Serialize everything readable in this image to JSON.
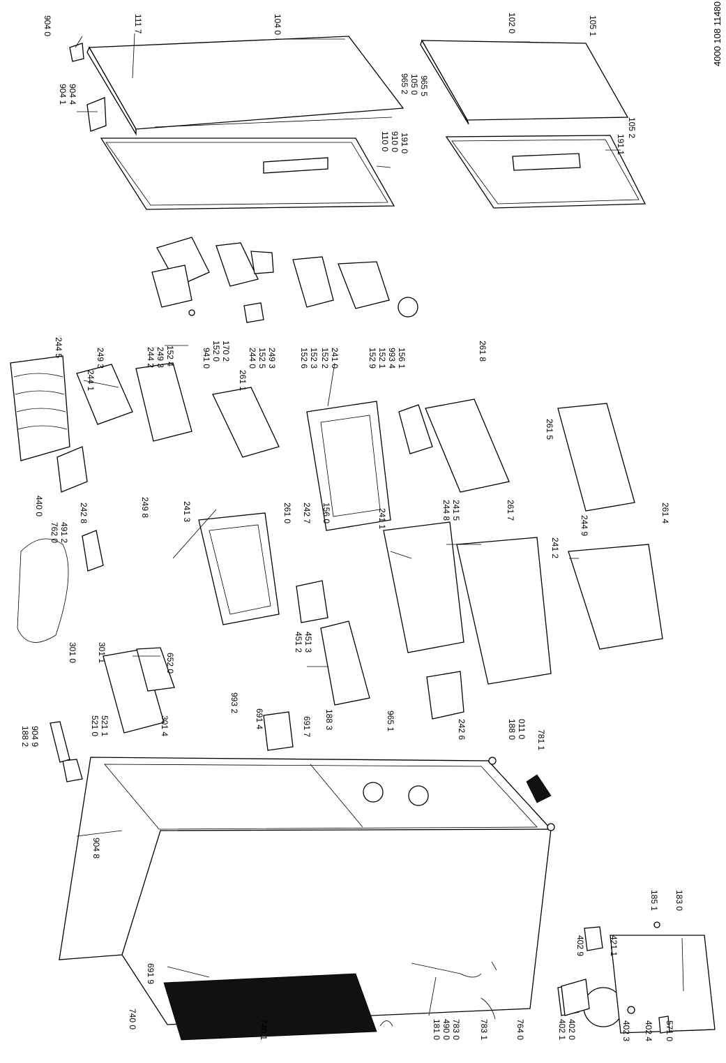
{
  "document_number": "4000 108 11480",
  "callouts": [
    "904 0",
    "111 7",
    "104 0",
    "102 0",
    "105 1",
    "965 2",
    "105 0",
    "965 5",
    "904 1",
    "904 4",
    "110 0",
    "910 0",
    "191 0",
    "191 1",
    "105 2",
    "244 5",
    "244 1",
    "249 3",
    "244 2",
    "249 3",
    "152 4",
    "941 0",
    "152 0",
    "170 2",
    "261 1",
    "244 0",
    "152 5",
    "249 3",
    "152 6",
    "152 3",
    "152 2",
    "241 0",
    "152 9",
    "152 1",
    "993 4",
    "156 1",
    "261 8",
    "440 0",
    "762 0",
    "491 2",
    "242 8",
    "249 8",
    "241 3",
    "261 0",
    "242 7",
    "156 0",
    "241 1",
    "244 8",
    "241 5",
    "261 7",
    "261 5",
    "244 9",
    "261 4",
    "241 2",
    "301 0",
    "301 1",
    "652 0",
    "451 2",
    "451 3",
    "188 2",
    "904 9",
    "521 0",
    "521 1",
    "301 4",
    "993 2",
    "691 4",
    "691 7",
    "188 3",
    "965 1",
    "242 6",
    "188 0",
    "011 0",
    "781 1",
    "904 8",
    "740 0",
    "691 9",
    "740 1",
    "181 0",
    "490 0",
    "783 0",
    "783 1",
    "764 0",
    "402 9",
    "421 1",
    "185 1",
    "183 0",
    "402 1",
    "402 0",
    "402 3",
    "402 4",
    "571 0"
  ],
  "colors": {
    "ink": "#000000",
    "paper": "#ffffff"
  }
}
